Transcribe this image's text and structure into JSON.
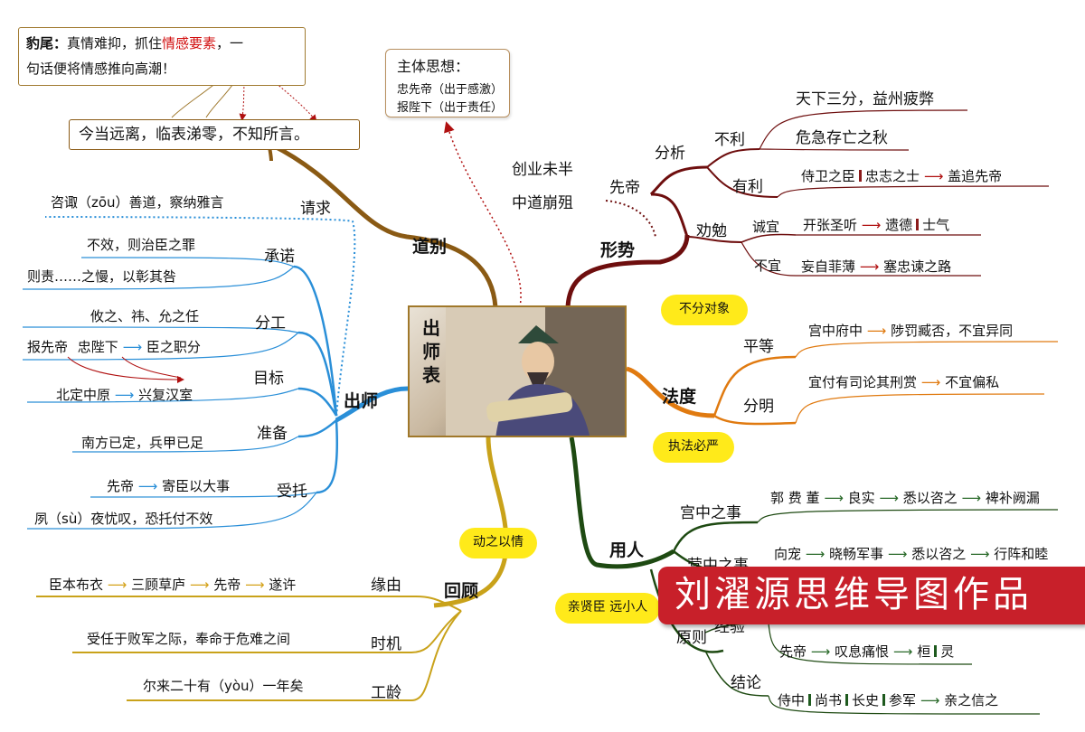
{
  "center": {
    "title": "出师表"
  },
  "branches": {
    "daobie": "道别",
    "xingshi": "形势",
    "fadu": "法度",
    "yongren": "用人",
    "huigu": "回顾",
    "chushi": "出师"
  },
  "callout": {
    "label": "豹尾：",
    "text_before": "真情难抑，抓住",
    "highlight": "情感要素",
    "text_after": "，一",
    "line2": "句话便将情感推向高潮！"
  },
  "daobie_quote": "今当远离，临表涕零，不知所言。",
  "thought": {
    "title": "主体思想：",
    "line1": "忠先帝（出于感激）",
    "line2": "报陛下（出于责任）"
  },
  "xingshi": {
    "chuangye": "创业未半",
    "zhongdao": "中道崩殂",
    "xiandi": "先帝",
    "fenxi": "分析",
    "buli": "不利",
    "buli_1": "天下三分，益州疲弊",
    "buli_2": "危急存亡之秋",
    "youli": "有利",
    "youli_a": "侍卫之臣",
    "youli_b": "忠志之士",
    "youli_c": "盖追先帝",
    "quanmian": "劝勉",
    "chengyi": "诚宜",
    "chengyi_a": "开张圣听",
    "chengyi_b": "遗德",
    "chengyi_c": "士气",
    "buyi": "不宜",
    "buyi_a": "妄自菲薄",
    "buyi_b": "塞忠谏之路"
  },
  "fadu": {
    "cloud1": "不分对象",
    "pingdeng": "平等",
    "pingdeng_a": "宫中府中",
    "pingdeng_b": "陟罚臧否，不宜异同",
    "fenming": "分明",
    "fenming_a": "宜付有司论其刑赏",
    "fenming_b": "不宜偏私",
    "cloud2": "执法必严"
  },
  "yongren": {
    "gongzhong": "宫中之事",
    "gongzhong_a": "郭 费 董",
    "gongzhong_b": "良实",
    "gongzhong_c": "悉以咨之",
    "gongzhong_d": "裨补阙漏",
    "yingzhong": "营中之事",
    "yingzhong_a": "向宠",
    "yingzhong_b": "晓畅军事",
    "yingzhong_c": "悉以咨之",
    "yingzhong_d": "行阵和睦",
    "cloud": "亲贤臣 远小人",
    "yuanze": "原则",
    "jingyan": "经验",
    "xiandi_a": "先帝",
    "xiandi_b": "叹息痛恨",
    "xiandi_c": "桓",
    "xiandi_d": "灵",
    "jielun": "结论",
    "jielun_a": "侍中",
    "jielun_b": "尚书",
    "jielun_c": "长史",
    "jielun_d": "参军",
    "jielun_e": "亲之信之"
  },
  "huigu": {
    "cloud": "动之以情",
    "yuanyou": "缘由",
    "yuanyou_a": "臣本布衣",
    "yuanyou_b": "三顾草庐",
    "yuanyou_c": "先帝",
    "yuanyou_d": "遂许",
    "shiji": "时机",
    "shiji_a": "受任于败军之际，奉命于危难之间",
    "gongling": "工龄",
    "gongling_a": "尔来二十有（yòu）一年矣"
  },
  "chushi": {
    "qingqiu": "请求",
    "qingqiu_a": "咨诹（zōu）善道，察纳雅言",
    "chengnuo": "承诺",
    "chengnuo_a": "不效，则治臣之罪",
    "chengnuo_b": "则责……之慢，以彰其咎",
    "fengong": "分工",
    "fengong_a": "攸之、祎、允之任",
    "fengong_b": "报先帝",
    "fengong_c": "忠陛下",
    "fengong_d": "臣之职分",
    "mubiao": "目标",
    "mubiao_a": "北定中原",
    "mubiao_b": "兴复汉室",
    "zhunbei": "准备",
    "zhunbei_a": "南方已定，兵甲已足",
    "shoutuo": "受托",
    "shoutuo_a": "先帝",
    "shoutuo_b": "寄臣以大事",
    "shoutuo_c": "夙（sù）夜忧叹，恐托付不效"
  },
  "arrow": "⟶",
  "banner": "刘濯源思维导图作品",
  "colors": {
    "daobie": "#8a5a14",
    "xingshi": "#6e0e0e",
    "fadu": "#e07a10",
    "yongren": "#1e4a12",
    "huigu": "#c9a21a",
    "chushi": "#2a8fd8",
    "banner": "#c8202a",
    "cloud": "#ffea1a"
  }
}
